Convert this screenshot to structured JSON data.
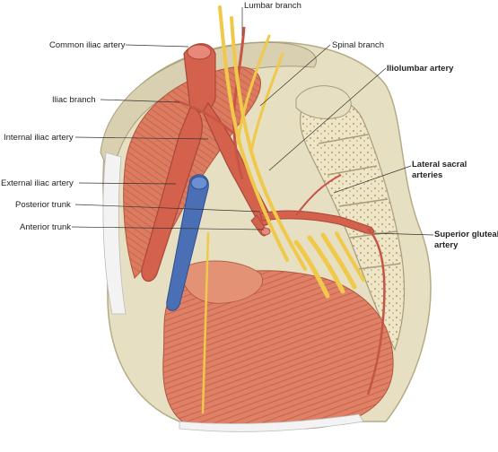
{
  "labels": {
    "lumbar_branch": "Lumbar branch",
    "common_iliac_artery": "Common iliac artery",
    "spinal_branch": "Spinal branch",
    "iliolumbar_artery": "Iliolumbar artery",
    "iliac_branch": "Iliac branch",
    "internal_iliac_artery": "Internal iliac artery",
    "lateral_sacral_arteries_line1": "Lateral sacral",
    "lateral_sacral_arteries_line2": "arteries",
    "external_iliac_artery": "External iliac artery",
    "posterior_trunk": "Posterior trunk",
    "anterior_trunk": "Anterior trunk",
    "superior_gluteal_artery_line1": "Superior gluteal",
    "superior_gluteal_artery_line2": "artery"
  },
  "colors": {
    "bone": "#e8e2c8",
    "bone_shadow": "#c9c1a0",
    "muscle": "#d9775c",
    "muscle_light": "#e99a80",
    "artery": "#d4614c",
    "artery_dark": "#b8473a",
    "vein": "#4a6fb5",
    "nerve": "#f0c94a",
    "leader_line": "#333333"
  }
}
